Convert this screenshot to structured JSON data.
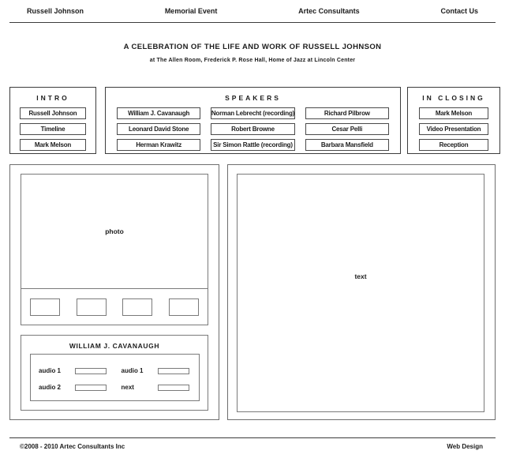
{
  "nav": {
    "items": [
      "Russell Johnson",
      "Memorial Event",
      "Artec Consultants",
      "Contact Us"
    ]
  },
  "header": {
    "title": "A CELEBRATION OF THE LIFE AND WORK OF RUSSELL JOHNSON",
    "subtitle": "at The Allen Room, Frederick P. Rose Hall, Home of Jazz at Lincoln Center"
  },
  "panels": {
    "intro": {
      "title": "INTRO",
      "items": [
        "Russell Johnson",
        "Timeline",
        "Mark Melson"
      ]
    },
    "speakers": {
      "title": "SPEAKERS",
      "items": [
        "William J. Cavanaugh",
        "Norman Lebrecht (recording)",
        "Richard Pilbrow",
        "Leonard David Stone",
        "Robert Browne",
        "Cesar Pelli",
        "Herman Krawitz",
        "Sir Simon Rattle (recording)",
        "Barbara Mansfield"
      ]
    },
    "closing": {
      "title": "IN CLOSING",
      "items": [
        "Mark Melson",
        "Video Presentation",
        "Reception"
      ]
    }
  },
  "media": {
    "photo_label": "photo",
    "player": {
      "title": "WILLIAM J. CAVANAUGH",
      "controls": [
        "audio 1",
        "audio 1",
        "audio 2",
        "next"
      ]
    }
  },
  "content": {
    "text_label": "text"
  },
  "footer": {
    "copyright": "©2008 - 2010 Artec Consultants Inc",
    "credit": "Web Design"
  },
  "colors": {
    "panel_border": "#3c3c3c",
    "box_border": "#6e6e6e",
    "inner_border": "#7a7a7a",
    "text": "#1c1c1c",
    "background": "#ffffff"
  }
}
